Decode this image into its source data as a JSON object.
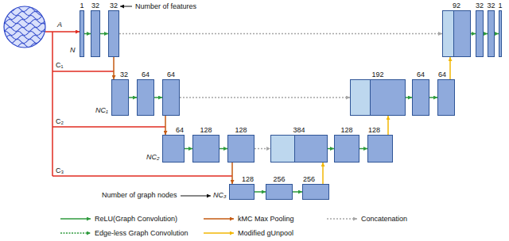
{
  "diagram": {
    "nodes": [
      {
        "text": [
          "1"
        ]
      },
      {
        "text": [
          "32"
        ]
      },
      {
        "text": [
          "32"
        ]
      },
      {
        "text": [
          "92"
        ]
      },
      {
        "text": [
          "32"
        ]
      },
      {
        "text": [
          "32"
        ]
      },
      {
        "text": [
          "1"
        ]
      },
      {
        "text": [
          "32"
        ]
      },
      {
        "text": [
          "64"
        ]
      },
      {
        "text": [
          "64"
        ]
      },
      {
        "text": [
          "192"
        ]
      },
      {
        "text": [
          "64"
        ]
      },
      {
        "text": [
          "64"
        ]
      },
      {
        "text": [
          "64"
        ]
      },
      {
        "text": [
          "128"
        ]
      },
      {
        "text": [
          "128"
        ]
      },
      {
        "text": [
          "384"
        ]
      },
      {
        "text": [
          "128"
        ]
      },
      {
        "text": [
          "128"
        ]
      },
      {
        "text": [
          "128"
        ]
      },
      {
        "text": [
          "256"
        ]
      },
      {
        "text": [
          "256"
        ]
      }
    ],
    "edges": [
      {
        "from": 0,
        "to": 1,
        "arrow": "to"
      },
      {
        "from": 1,
        "to": 2,
        "arrow": "to"
      },
      {
        "from": 2,
        "to": 3,
        "arrow": "to"
      },
      {
        "from": 3,
        "to": 4,
        "arrow": "to"
      },
      {
        "from": 4,
        "to": 5,
        "arrow": "to"
      },
      {
        "from": 5,
        "to": 6,
        "arrow": "to"
      },
      {
        "from": 2,
        "to": 7,
        "arrow": "to"
      },
      {
        "from": 7,
        "to": 8,
        "arrow": "to"
      },
      {
        "from": 8,
        "to": 9,
        "arrow": "to"
      },
      {
        "from": 9,
        "to": 10,
        "arrow": "to"
      },
      {
        "from": 10,
        "to": 11,
        "arrow": "to"
      },
      {
        "from": 11,
        "to": 12,
        "arrow": "to"
      },
      {
        "from": 12,
        "to": 3,
        "arrow": "to"
      },
      {
        "from": 9,
        "to": 13,
        "arrow": "to"
      },
      {
        "from": 13,
        "to": 14,
        "arrow": "to"
      },
      {
        "from": 14,
        "to": 15,
        "arrow": "to"
      },
      {
        "from": 15,
        "to": 16,
        "arrow": "to"
      },
      {
        "from": 16,
        "to": 17,
        "arrow": "to"
      },
      {
        "from": 17,
        "to": 18,
        "arrow": "to"
      },
      {
        "from": 18,
        "to": 10,
        "arrow": "to"
      },
      {
        "from": 15,
        "to": 19,
        "arrow": "to"
      },
      {
        "from": 19,
        "to": 20,
        "arrow": "to"
      },
      {
        "from": 20,
        "to": 21,
        "arrow": "to"
      },
      {
        "from": 21,
        "to": 16,
        "arrow": "to"
      }
    ],
    "labels": [
      "A",
      "N",
      "C₁",
      "C₂",
      "C₃",
      "NC₁",
      "NC₂",
      "NC₃",
      "Number of features",
      "Number of graph nodes"
    ],
    "legend": [
      {
        "text": "ReLU(Graph Convolution)"
      },
      {
        "text": "kMC Max Pooling"
      },
      {
        "text": "Concatenation"
      },
      {
        "text": "Edge-less Graph Convolution"
      },
      {
        "text": "Modified gUnpool"
      }
    ]
  }
}
